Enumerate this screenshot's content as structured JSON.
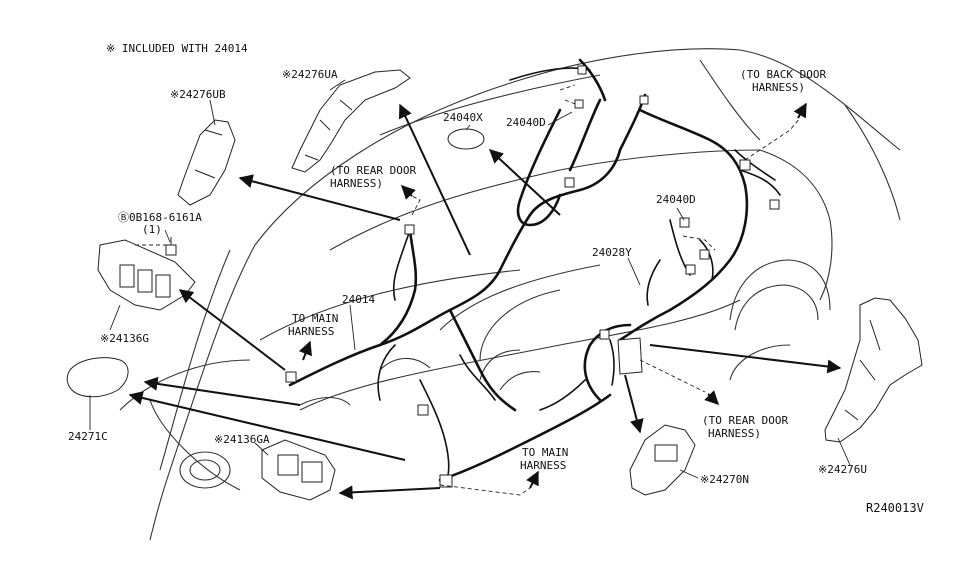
{
  "note": "※ INCLUDED WITH 24014",
  "diagram_id": "R240013V",
  "labels": {
    "p24276UB": "※24276UB",
    "p24276UA": "※24276UA",
    "bolt": "Ⓑ0B168-6161A",
    "bolt_qty": "(1)",
    "p24136G": "※24136G",
    "p24271C": "24271C",
    "p24136GA": "※24136GA",
    "to_main_1": "TO MAIN",
    "to_main_1b": "HARNESS",
    "p24014": "24014",
    "to_rear_door_1": "(TO REAR DOOR",
    "to_rear_door_1b": "HARNESS)",
    "p24040X": "24040X",
    "p24040D_top": "24040D",
    "to_back_door": "(TO BACK DOOR",
    "to_back_door_b": "HARNESS)",
    "p24040D_mid": "24040D",
    "p24028Y": "24028Y",
    "to_main_2": "TO MAIN",
    "to_main_2b": "HARNESS",
    "to_rear_door_2": "(TO REAR DOOR",
    "to_rear_door_2b": "HARNESS)",
    "p24270N": "※24270N",
    "p24276U": "※24276U"
  }
}
